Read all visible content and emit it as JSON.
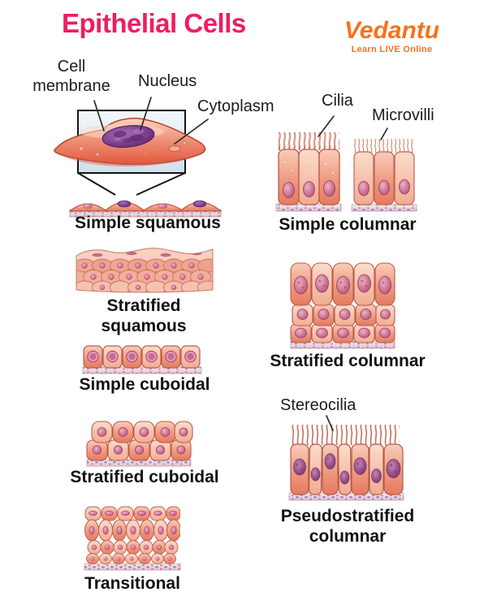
{
  "header": {
    "title": "Epithelial Cells",
    "logo": {
      "brand": "Vedantu",
      "tagline": "Learn LIVE Online"
    }
  },
  "colors": {
    "title_pink": "#EE1D62",
    "brand_orange": "#F4731C",
    "label_text": "#1C1C1C",
    "cell_body_salmon": "#F09A80",
    "cell_outline": "#BC5A49",
    "nucleus_purple": "#7B3E8C",
    "nucleus_pink": "#C96F93",
    "basement_membrane": "#E3CFDF"
  },
  "cell_diagram": {
    "cell_membrane": "Cell membrane",
    "nucleus": "Nucleus",
    "cytoplasm": "Cytoplasm"
  },
  "annotations": {
    "cilia": "Cilia",
    "microvilli": "Microvilli",
    "stereocilia": "Stereocilia"
  },
  "tissues": {
    "simple_squamous": {
      "label": "Simple squamous"
    },
    "simple_columnar": {
      "label": "Simple columnar"
    },
    "stratified_squamous": {
      "label": "Stratified squamous"
    },
    "stratified_columnar": {
      "label": "Stratified columnar"
    },
    "simple_cuboidal": {
      "label": "Simple cuboidal"
    },
    "stratified_cuboidal": {
      "label": "Stratified cuboidal"
    },
    "pseudostratified_columnar": {
      "label": "Pseudostratified columnar"
    },
    "transitional": {
      "label": "Transitional"
    }
  }
}
